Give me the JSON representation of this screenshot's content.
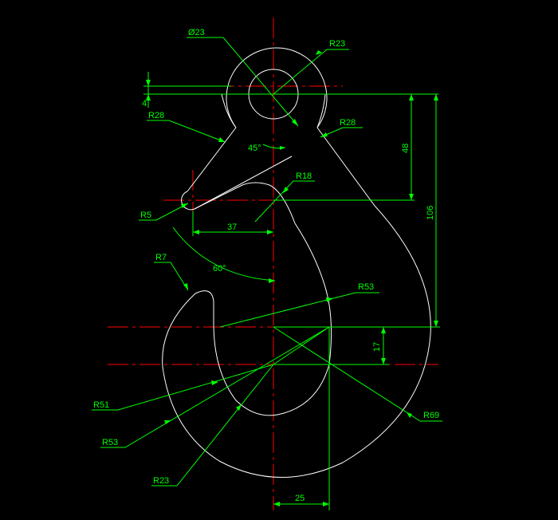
{
  "colors": {
    "background": "#000000",
    "geometry": "#ffffff",
    "dimension": "#00ff00",
    "centerline": "#ff0000"
  },
  "labels": {
    "dia23": "Ø23",
    "r23_top": "R23",
    "r28_left": "R28",
    "r28_right": "R28",
    "angle45": "45°",
    "r18": "R18",
    "r5": "R5",
    "d37": "37",
    "angle60": "60°",
    "r7": "R7",
    "r53_upper": "R53",
    "d4": "4",
    "d48": "48",
    "d106": "106",
    "d17": "17",
    "r51": "R51",
    "r53_lower": "R53",
    "r23_lower": "R23",
    "r69": "R69",
    "d25": "25"
  }
}
